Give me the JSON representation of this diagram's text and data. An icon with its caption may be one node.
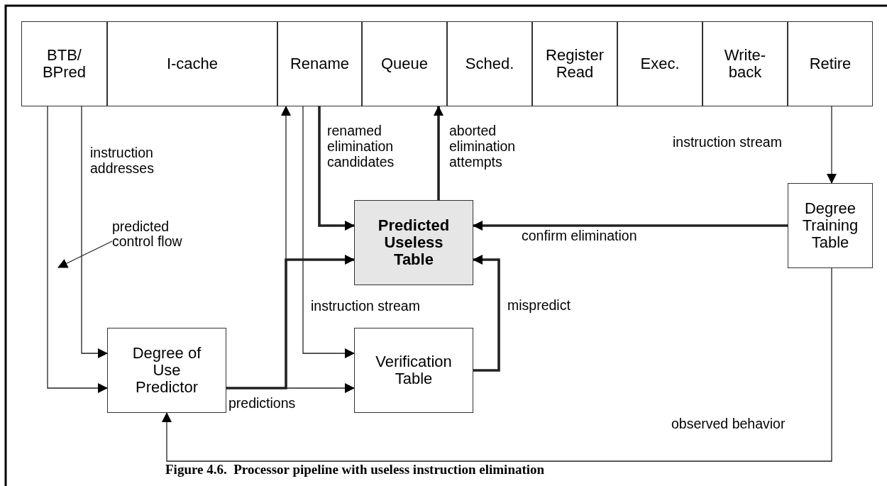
{
  "diagram": {
    "caption": "Figure 4.6.  Processor pipeline with useless instruction elimination",
    "nodes": [
      {
        "text": [
          "BTB/ BPred"
        ]
      },
      {
        "text": [
          "I-cache"
        ]
      },
      {
        "text": [
          "Rename"
        ]
      },
      {
        "text": [
          "Queue"
        ]
      },
      {
        "text": [
          "Sched."
        ]
      },
      {
        "text": [
          "Register Read"
        ]
      },
      {
        "text": [
          "Exec."
        ]
      },
      {
        "text": [
          "Write- back"
        ]
      },
      {
        "text": [
          "Retire"
        ]
      },
      {
        "text": [
          "Predicted Useless Table"
        ]
      },
      {
        "text": [
          "Degree Training Table"
        ]
      },
      {
        "text": [
          "predicted control flow"
        ]
      },
      {
        "text": [
          "Degree of Use Predictor"
        ]
      },
      {
        "text": [
          "Verification Table"
        ]
      }
    ],
    "edges": [
      {
        "from": 0,
        "to": 12,
        "arrow": "to"
      },
      {
        "from": 0,
        "to": 12,
        "arrow": "to",
        "label": "instruction addresses"
      },
      {
        "from": 11,
        "to": null,
        "arrow": "to"
      },
      {
        "from": 12,
        "to": 2,
        "arrow": "to"
      },
      {
        "from": 12,
        "to": 9,
        "arrow": "to",
        "style": "thick"
      },
      {
        "from": 12,
        "to": 13,
        "arrow": "to",
        "label": "predictions"
      },
      {
        "from": 2,
        "to": 13,
        "arrow": "to",
        "label": "instruction stream"
      },
      {
        "from": 2,
        "to": 9,
        "arrow": "to",
        "style": "thick",
        "label": "renamed elimination candidates"
      },
      {
        "from": 9,
        "to": 3,
        "arrow": "to",
        "style": "thick",
        "label": "aborted elimination attempts"
      },
      {
        "from": 10,
        "to": 9,
        "arrow": "to",
        "style": "thick",
        "label": "confirm elimination"
      },
      {
        "from": 13,
        "to": 9,
        "arrow": "to",
        "style": "thick",
        "label": "mispredict"
      },
      {
        "from": 8,
        "to": 10,
        "arrow": "to",
        "label": "instruction stream"
      },
      {
        "from": 10,
        "to": 12,
        "arrow": "to",
        "label": "observed behavior"
      }
    ]
  }
}
